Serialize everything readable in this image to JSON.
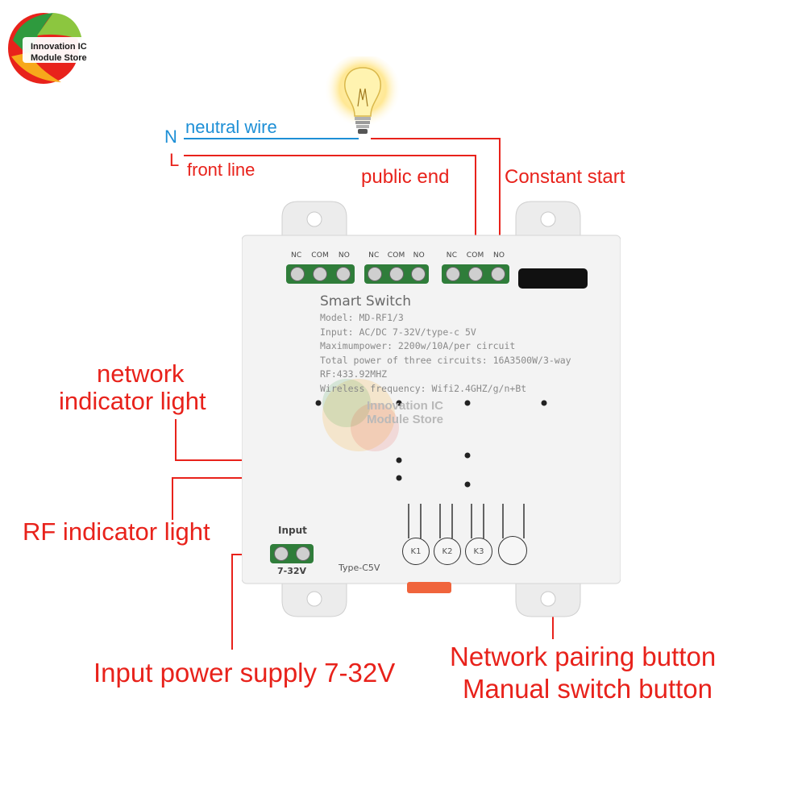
{
  "brand": {
    "logo_line1": "Innovation IC",
    "logo_line2": "Module Store",
    "watermark_line1": "Innovation IC",
    "watermark_line2": "Module Store"
  },
  "wiring": {
    "n_letter": "N",
    "n_label": "neutral wire",
    "l_letter": "L",
    "l_label": "front line",
    "public_end": "public end",
    "constant_start": "Constant start"
  },
  "device": {
    "terminal_groups": [
      {
        "labels": [
          "NC",
          "COM",
          "NO"
        ]
      },
      {
        "labels": [
          "NC",
          "COM",
          "NO"
        ]
      },
      {
        "labels": [
          "NC",
          "COM",
          "NO"
        ]
      }
    ],
    "title": "Smart Switch",
    "spec_lines": [
      "Model: MD-RF1/3",
      "Input:  AC/DC 7-32V/type-c 5V",
      "Maximumpower: 2200w/10A/per circuit",
      "Total power of three circuits: 16A3500W/3-way",
      "RF:433.92MHZ",
      "Wireless frequency: Wifi2.4GHZ/g/n+Bt"
    ],
    "input_label": "Input",
    "input_voltage": "7-32V",
    "typec_label": "Type-C5V",
    "buttons": [
      "K1",
      "K2",
      "K3"
    ]
  },
  "callouts": {
    "network_line1": "network",
    "network_line2": "indicator light",
    "rf": "RF indicator light",
    "power": "Input power supply 7-32V",
    "pairing": "Network pairing button",
    "manual": "Manual switch button"
  },
  "colors": {
    "callout_red": "#e8221b",
    "neutral_blue": "#1d8fd6",
    "terminal_green": "#2f7d3a",
    "device_body": "#f3f3f3"
  }
}
